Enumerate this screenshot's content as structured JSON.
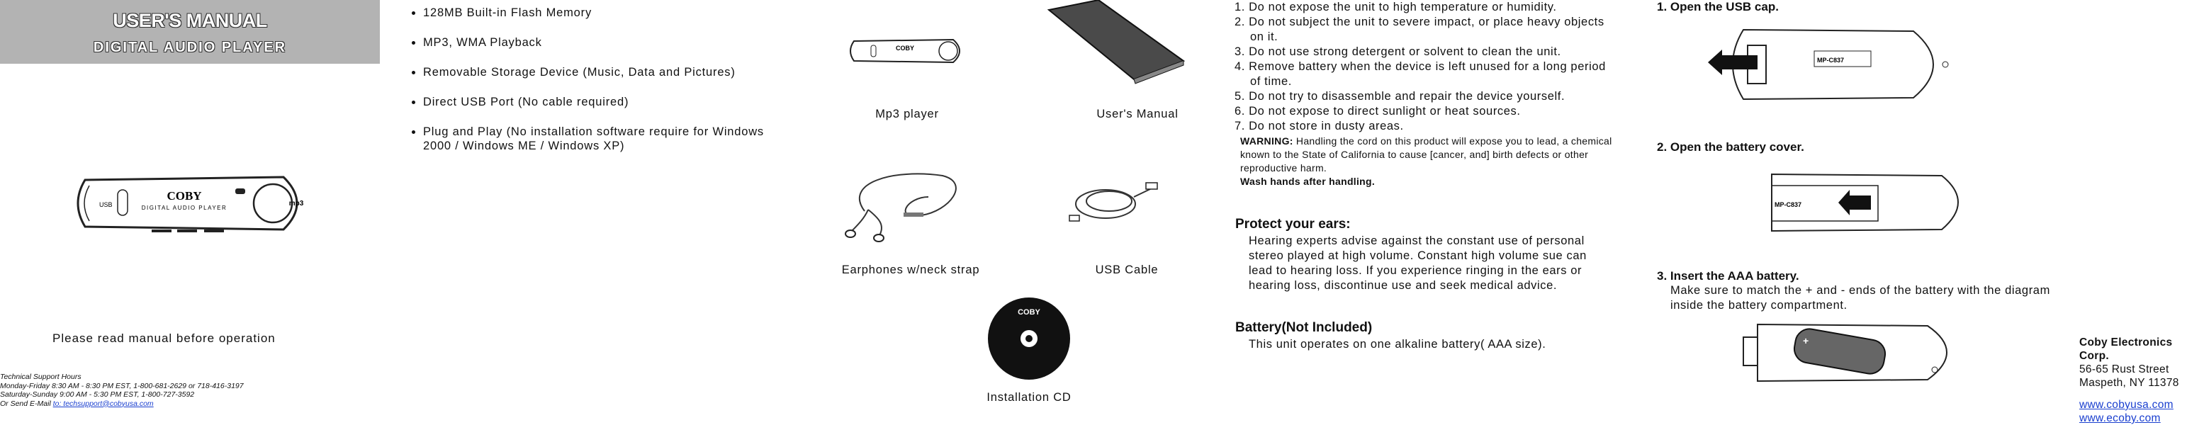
{
  "header": {
    "title": "USER'S MANUAL",
    "subtitle": "DIGITAL AUDIO PLAYER"
  },
  "device": {
    "brand": "COBY",
    "label": "DIGITAL AUDIO PLAYER",
    "usb_label": "USB",
    "mp3_label": "mp3"
  },
  "note": "Please read manual before operation",
  "support": {
    "line1": "Technical Support Hours",
    "line2": "Monday-Friday 8:30 AM - 8:30 PM EST, 1-800-681-2629 or 718-416-3197",
    "line3": "Saturday-Sunday 9:00 AM - 5:30 PM EST, 1-800-727-3592",
    "line4_prefix": "Or Send E-Mail ",
    "email": "to: techsupport@cobyusa.com"
  },
  "features": [
    "128MB Built-in Flash Memory",
    "MP3, WMA Playback",
    "Removable Storage Device (Music, Data and Pictures)",
    "Direct USB Port (No cable required)",
    "Plug and Play (No installation software require for Windows 2000 / Windows ME / Windows XP)"
  ],
  "package": {
    "mp3": "Mp3 player",
    "manual": "User's Manual",
    "earphones": "Earphones w/neck strap",
    "usb": "USB Cable",
    "cd": "Installation CD",
    "cd_brand": "COBY"
  },
  "cautions": [
    "1. Do not expose the unit to high temperature or humidity.",
    "2. Do not subject the unit to severe impact, or place heavy objects on it.",
    "3. Do not use strong detergent or solvent to clean the unit.",
    "4. Remove battery when the device is left unused for a long period of time.",
    "5. Do not try to disassemble and repair the device yourself.",
    "6. Do not expose to direct sunlight or heat sources.",
    "7. Do not store in dusty areas."
  ],
  "warning": {
    "label": "WARNING:",
    "text": " Handling the cord on this product will expose you to lead, a chemical known to the State of California to cause [cancer, and] birth defects or other reproductive harm.",
    "wash": "Wash hands after handling."
  },
  "protect": {
    "title": "Protect your ears:",
    "text": "Hearing experts advise against the constant use of personal stereo played at high volume. Constant high volume sue can lead to hearing loss. If you experience ringing in the ears or hearing loss, discontinue use and seek medical advice."
  },
  "battery": {
    "title": "Battery(Not Included)",
    "text": "This unit operates on one alkaline battery( AAA size)."
  },
  "steps": {
    "s1": "1. Open the USB cap.",
    "s2": "2. Open the battery cover.",
    "s3": "3. Insert the AAA battery.",
    "s3_text": "Make sure to match the + and - ends of the battery with the diagram inside the battery compartment.",
    "model": "MP-C837"
  },
  "address": {
    "company": "Coby Electronics Corp.",
    "street": "56-65 Rust Street",
    "city": "Maspeth, NY 11378",
    "web1": "www.cobyusa.com",
    "web2": "www.ecoby.com"
  }
}
